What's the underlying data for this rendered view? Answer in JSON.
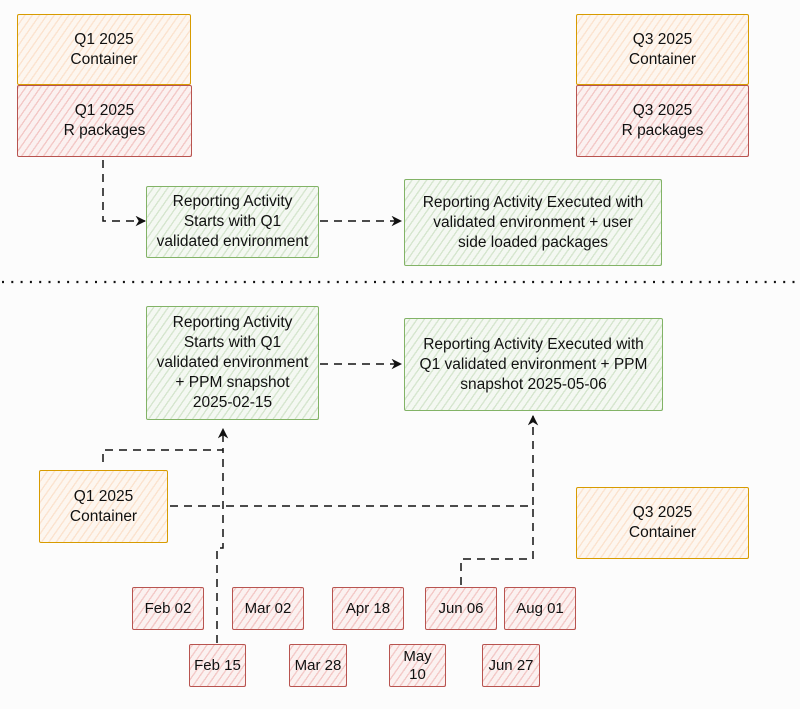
{
  "top": {
    "q1_container": "Q1 2025\nContainer",
    "q1_packages": "Q1 2025\nR packages",
    "q3_container": "Q3 2025\nContainer",
    "q3_packages": "Q3 2025\nR packages",
    "activity_start": "Reporting Activity\nStarts with Q1\nvalidated environment",
    "activity_executed": "Reporting Activity Executed with\nvalidated environment + user\nside loaded packages"
  },
  "bottom": {
    "activity_start": "Reporting Activity\nStarts with Q1\nvalidated environment\n+ PPM snapshot\n2025-02-15",
    "activity_executed": "Reporting Activity Executed with\nQ1 validated environment + PPM\nsnapshot 2025-05-06",
    "q1_container": "Q1 2025\nContainer",
    "q3_container": "Q3 2025\nContainer",
    "snapshot_dates_row1": [
      "Feb 02",
      "Mar 02",
      "Apr 18",
      "Jun 06",
      "Aug 01"
    ],
    "snapshot_dates_row2": [
      "Feb 15",
      "Mar 28",
      "May\n10",
      "Jun 27"
    ]
  },
  "colors": {
    "container_stroke": "#d79b00",
    "packages_stroke": "#b85450",
    "activity_stroke": "#82b366",
    "connector": "#111111"
  }
}
